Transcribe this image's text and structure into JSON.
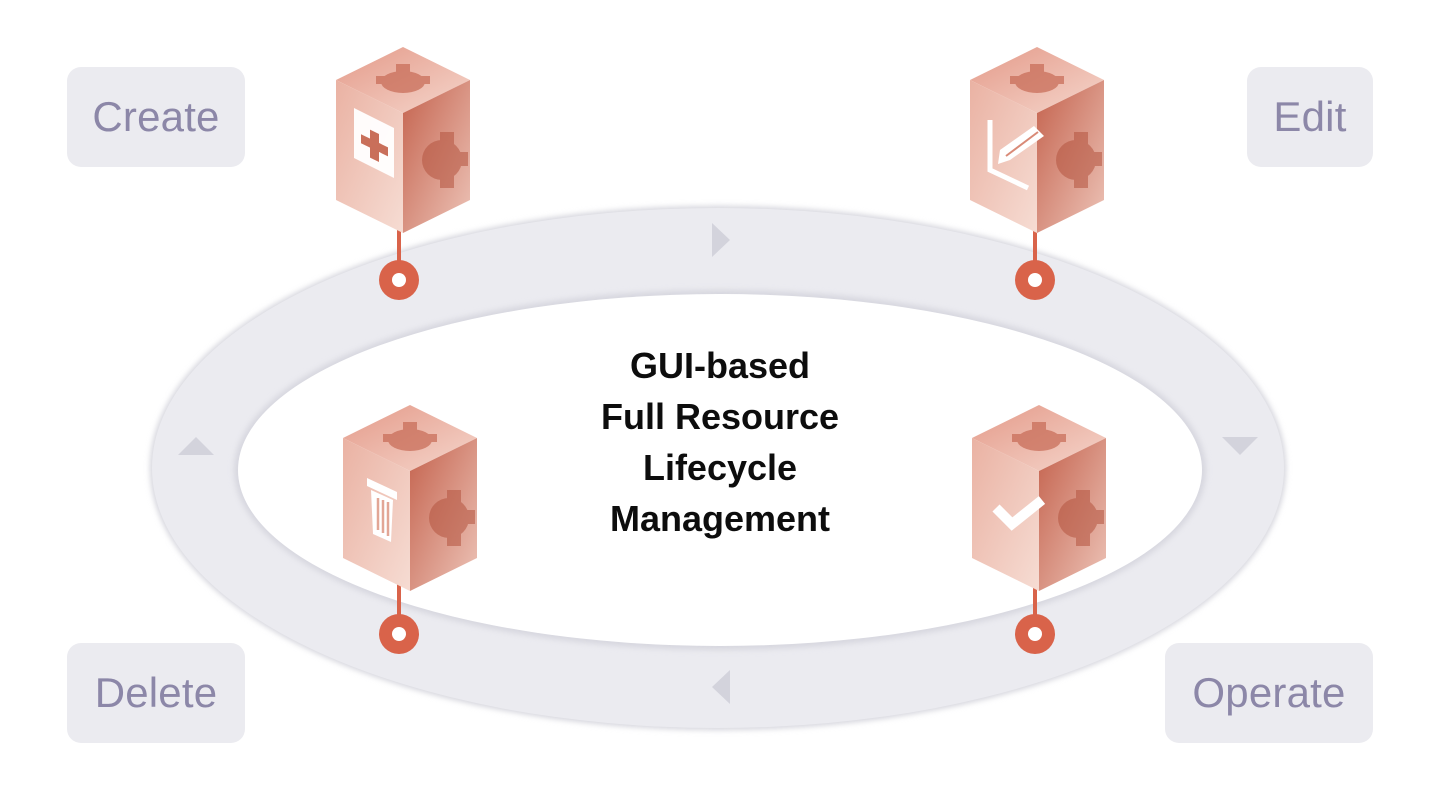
{
  "stages": {
    "create": {
      "label": "Create",
      "icon": "plus-icon"
    },
    "edit": {
      "label": "Edit",
      "icon": "pencil-icon"
    },
    "operate": {
      "label": "Operate",
      "icon": "checkmark-icon"
    },
    "delete": {
      "label": "Delete",
      "icon": "trash-icon"
    }
  },
  "center_title": {
    "line1": "GUI-based",
    "line2": "Full Resource",
    "line3": "Lifecycle",
    "line4": "Management"
  },
  "colors": {
    "ring": "#ebebf0",
    "ring_shadow": "#d6d6de",
    "accent": "#d9634a",
    "cube_front": "#e5a08f",
    "cube_side": "#c96f5a",
    "cube_top": "#f2c6ba",
    "label_bg": "#ebebf0",
    "label_text": "#8c87a8",
    "arrow": "#d3d3dc"
  }
}
